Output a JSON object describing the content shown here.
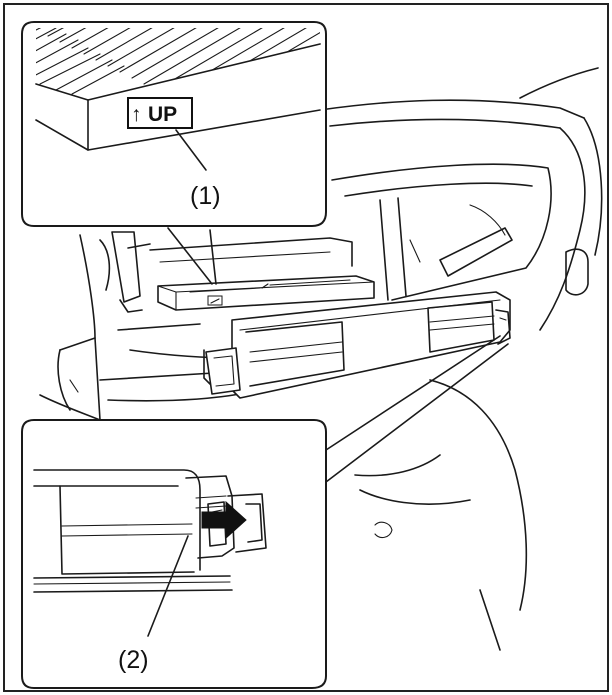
{
  "figure": {
    "callouts": [
      {
        "id": 1,
        "label": "(1)"
      },
      {
        "id": 2,
        "label": "(2)"
      }
    ],
    "filter_marking": {
      "arrow": "↑",
      "text": "UP"
    }
  }
}
